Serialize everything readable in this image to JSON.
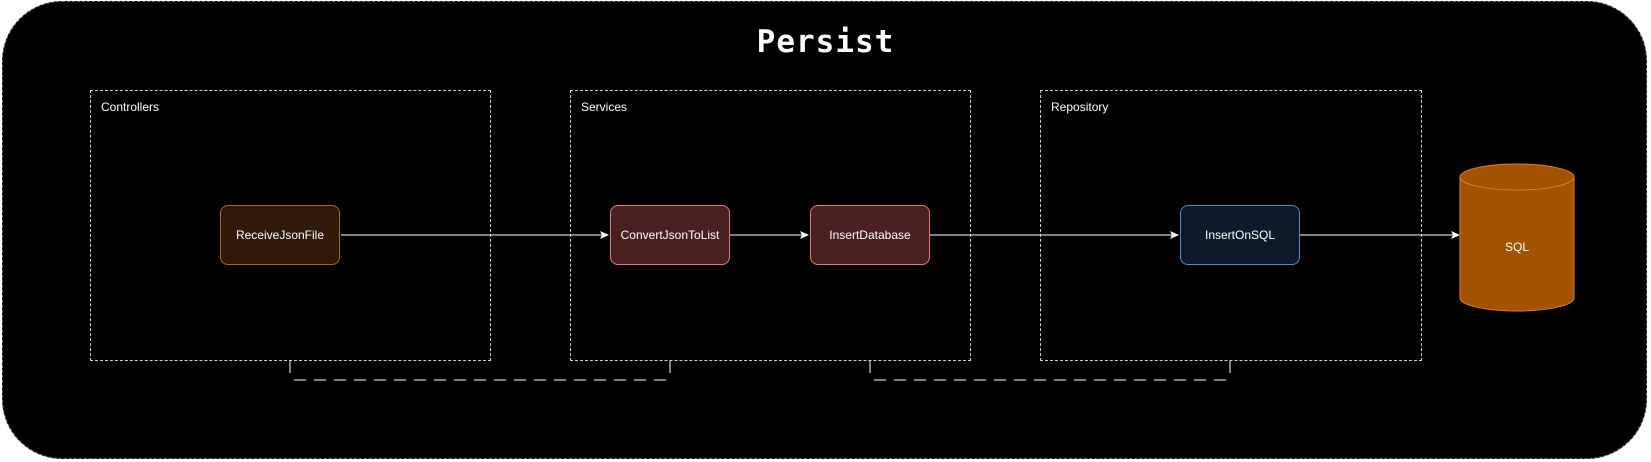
{
  "title": "Persist",
  "groups": [
    {
      "label": "Controllers"
    },
    {
      "label": "Services"
    },
    {
      "label": "Repository"
    }
  ],
  "nodes": {
    "receive_json_file": "ReceiveJsonFile",
    "convert_json_to_list": "ConvertJsonToList",
    "insert_database": "InsertDatabase",
    "insert_on_sql": "InsertOnSQL"
  },
  "database": {
    "label": "SQL"
  },
  "colors": {
    "background": "#000000",
    "controller_fill": "#2e1a07",
    "controller_stroke": "#b2661f",
    "service_fill": "#4a1f1f",
    "service_stroke": "#e07c7c",
    "repository_fill": "#0d1a2b",
    "repository_stroke": "#5a86b8",
    "database_fill": "#a35200",
    "edge": "#ffffff"
  }
}
